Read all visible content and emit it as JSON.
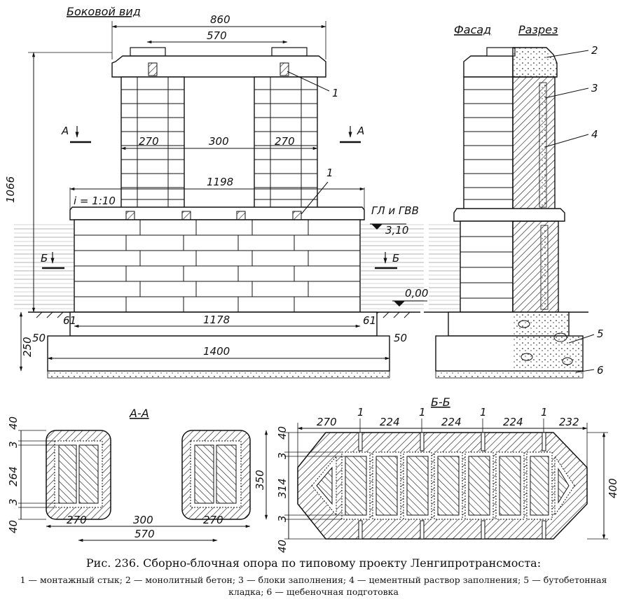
{
  "labels": {
    "side_view": "Боковой вид",
    "facade": "Фасад",
    "section": "Разрез",
    "section_aa": "А-А",
    "section_bb": "Б-Б",
    "cut_a": "А",
    "cut_b": "Б",
    "slope": "i = 1:10",
    "water_level": "ГЛ и ГВВ",
    "level_310": "3,10",
    "level_000": "0,00"
  },
  "side_dims": {
    "top_width": "860",
    "cap_width": "570",
    "height": "1066",
    "col_left": "270",
    "gap": "300",
    "col_right": "270",
    "ledge_width": "1198",
    "base_width": "1178",
    "offset_left": "61",
    "offset_right": "61",
    "step_left": "50",
    "step_right": "50",
    "found_height": "250",
    "found_width": "1400"
  },
  "callouts": {
    "c1a": "1",
    "c1b": "1",
    "c2": "2",
    "c3": "3",
    "c4": "4",
    "c5": "5",
    "c6": "6"
  },
  "aa_dims": {
    "top": "40",
    "three_a": "3",
    "inner": "264",
    "three_b": "3",
    "bottom": "40",
    "w_left": "270",
    "gap": "300",
    "w_right": "270",
    "total": "570",
    "height": "350"
  },
  "bb_dims": {
    "d270": "270",
    "d224a": "224",
    "d224b": "224",
    "d224c": "224",
    "d232": "232",
    "j1": "1",
    "j2": "1",
    "j3": "1",
    "j4": "1",
    "top": "40",
    "three_a": "3",
    "inner": "314",
    "three_b": "3",
    "bottom": "40",
    "height": "400"
  },
  "caption": {
    "title": "Рис. 236. Сборно-блочная опора по типовому проекту Ленгипротрансмоста:",
    "legend": "1 — монтажный стык; 2 — монолитный бетон; 3 — блоки заполнения; 4 — цементный раствор заполнения; 5 — бутобетонная кладка; 6 — щебеночная подготовка"
  }
}
